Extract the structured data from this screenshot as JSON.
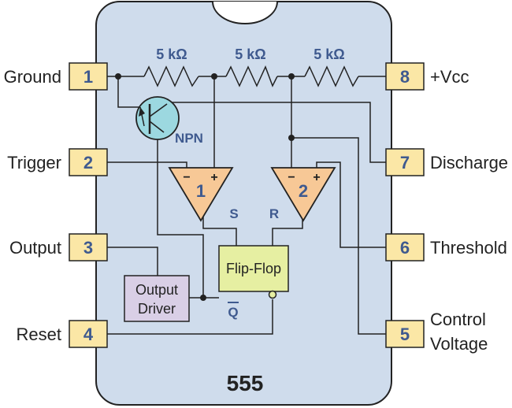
{
  "chip": {
    "label": "555"
  },
  "colors": {
    "body": "#cfdcec",
    "pin": "#fbe7a6",
    "comparator": "#f7c896",
    "flipflop": "#e6efa2",
    "driver": "#d9cfe6",
    "transistor": "#9cd8e0",
    "accent": "#3f5a8f"
  },
  "pins": [
    {
      "number": "1",
      "label": "Ground"
    },
    {
      "number": "2",
      "label": "Trigger"
    },
    {
      "number": "3",
      "label": "Output"
    },
    {
      "number": "4",
      "label": "Reset"
    },
    {
      "number": "8",
      "label": "+Vcc"
    },
    {
      "number": "7",
      "label": "Discharge"
    },
    {
      "number": "6",
      "label": "Threshold"
    },
    {
      "number": "5",
      "label_line1": "Control",
      "label_line2": "Voltage"
    }
  ],
  "resistors": [
    "5 kΩ",
    "5 kΩ",
    "5 kΩ"
  ],
  "transistor": {
    "label": "NPN"
  },
  "comparators": [
    {
      "number": "1",
      "output_label": "S",
      "minus": "−",
      "plus": "+"
    },
    {
      "number": "2",
      "output_label": "R",
      "minus": "−",
      "plus": "+"
    }
  ],
  "flipflop": {
    "label": "Flip-Flop",
    "qbar": "Q"
  },
  "output_driver": {
    "line1": "Output",
    "line2": "Driver"
  }
}
